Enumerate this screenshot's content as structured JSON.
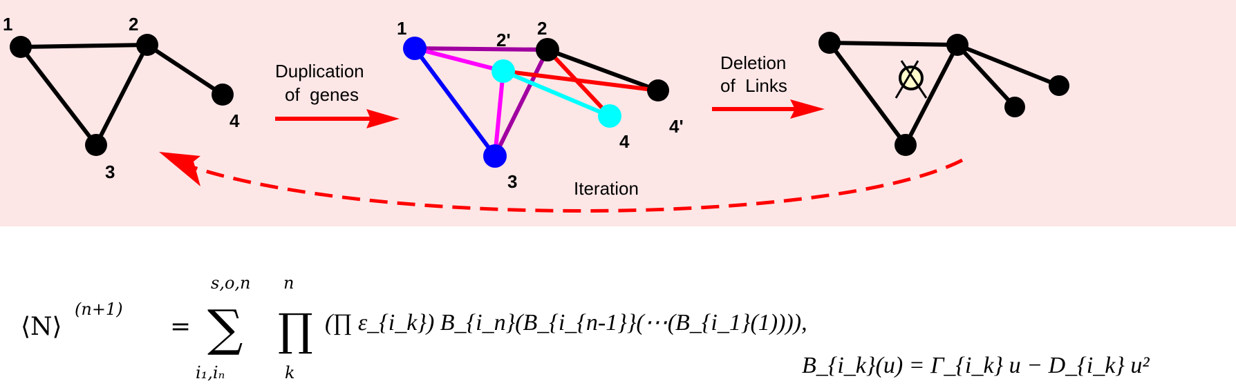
{
  "colors": {
    "background": "#fde6e6",
    "arrow": "#ff0000",
    "blue": "#0000ff",
    "cyan": "#00ffff",
    "magenta": "#ff00ff",
    "purple": "#a000a0",
    "red": "#ff0000",
    "black": "#000000"
  },
  "left_graph": {
    "labels": [
      "1",
      "2",
      "3",
      "4"
    ]
  },
  "step1": {
    "line1": "Duplication",
    "line2": "of  genes"
  },
  "middle_graph": {
    "labels": [
      "1",
      "2'",
      "2",
      "3",
      "4",
      "4'"
    ]
  },
  "step2": {
    "line1": "Deletion",
    "line2": "of  Links"
  },
  "iteration_label": "Iteration",
  "equation": {
    "lhs": "⟨N⟩",
    "lhs_sup": "(n+1)",
    "equals": "=",
    "sum_top": "s,o,n",
    "sum_bottom": "i₁,iₙ",
    "prod_top": "n",
    "prod_bottom": "k",
    "body": "(∏ ε_{i_k}) B_{i_n}(B_{i_{n-1}}(⋯(B_{i_1}(1)))),",
    "definition": "B_{i_k}(u) = Γ_{i_k} u − D_{i_k} u²"
  }
}
